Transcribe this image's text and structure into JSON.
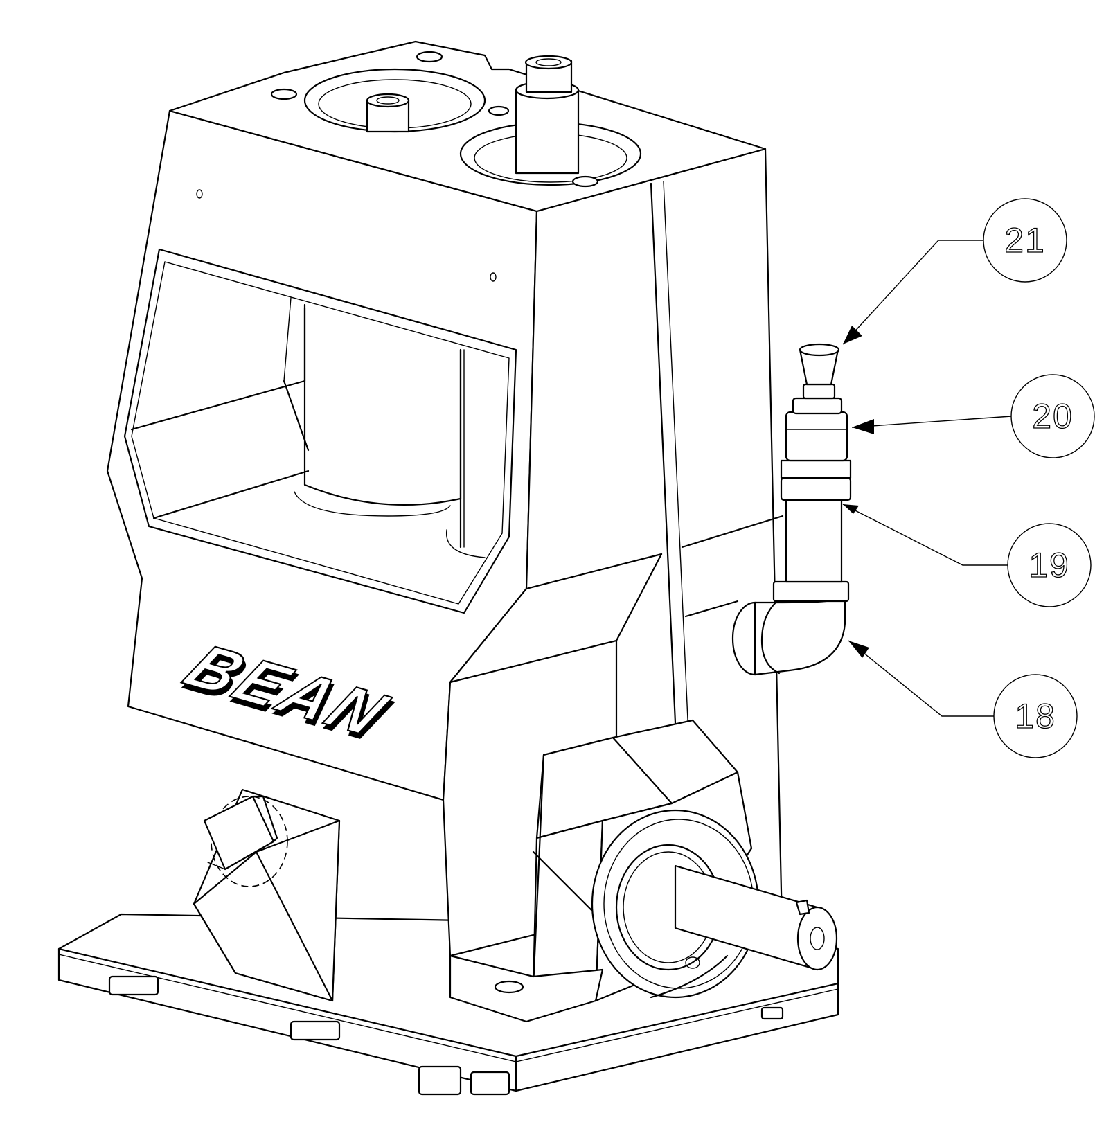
{
  "drawing": {
    "brand_text": "BEAN",
    "callouts": [
      {
        "id": "callout-21",
        "label": "21"
      },
      {
        "id": "callout-20",
        "label": "20"
      },
      {
        "id": "callout-19",
        "label": "19"
      },
      {
        "id": "callout-18",
        "label": "18"
      }
    ]
  }
}
